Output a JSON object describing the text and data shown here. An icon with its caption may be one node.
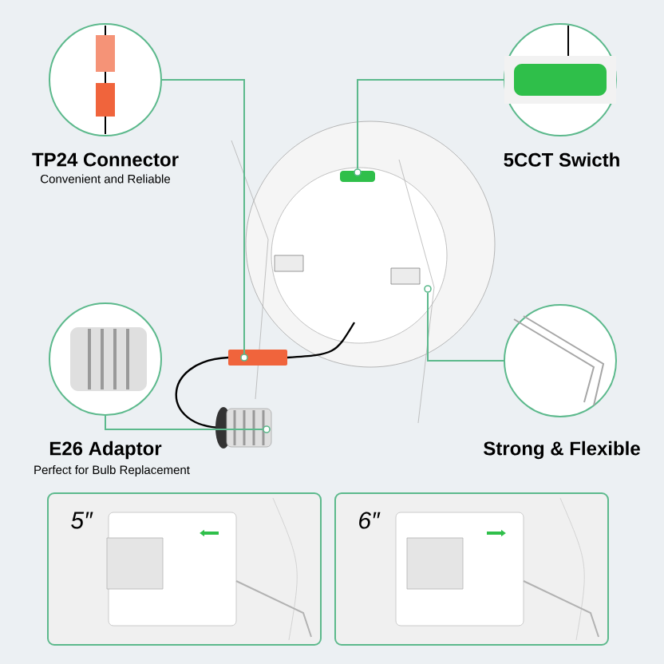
{
  "diagram": {
    "nodes": [
      {
        "text": [
          "TP24 Connector",
          "Convenient and Reliable"
        ]
      },
      {
        "text": [
          "5CCT Swicth"
        ]
      },
      {
        "text": [
          "E26 Adaptor",
          "Perfect for Bulb Replacement"
        ]
      },
      {
        "text": [
          "Strong & Flexible"
        ]
      },
      {
        "text": [
          "5″"
        ]
      },
      {
        "text": [
          "6″"
        ]
      },
      {
        "text": [],
        "shape": "circle"
      },
      {
        "text": [],
        "shape": "circle"
      },
      {
        "text": [],
        "shape": "circle"
      },
      {
        "text": [],
        "shape": "circle"
      }
    ],
    "edges": [
      {
        "from": 0,
        "to": 6,
        "arrow": "none"
      },
      {
        "from": 1,
        "to": 7,
        "arrow": "none"
      },
      {
        "from": 3,
        "to": 8,
        "arrow": "none"
      },
      {
        "from": 2,
        "to": 9,
        "arrow": "none"
      }
    ]
  }
}
